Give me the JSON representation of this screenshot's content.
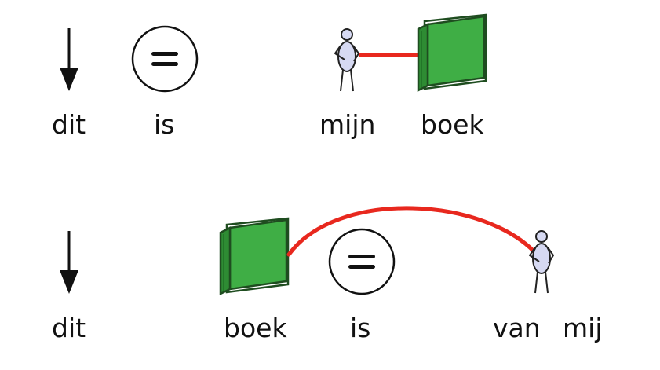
{
  "sentence_1": {
    "words": {
      "dit": "dit",
      "is": "is",
      "mijn": "mijn",
      "boek": "boek"
    },
    "symbols": {
      "dit": "down-arrow-icon",
      "is": "equals-circle-icon",
      "mijn": "person-pointing-to-self-icon",
      "boek": "green-book-icon"
    }
  },
  "sentence_2": {
    "words": {
      "dit": "dit",
      "boek": "boek",
      "is": "is",
      "van": "van",
      "mij": "mij"
    },
    "symbols": {
      "dit": "down-arrow-icon",
      "boek": "green-book-icon",
      "is": "equals-circle-icon",
      "van_mij": "person-pointing-to-self-icon"
    }
  },
  "colors": {
    "connector": "#e8281e",
    "book_cover": "#3fae45",
    "book_dark": "#1f6e25",
    "person_body": "#d6d9f2",
    "ink": "#111111"
  }
}
